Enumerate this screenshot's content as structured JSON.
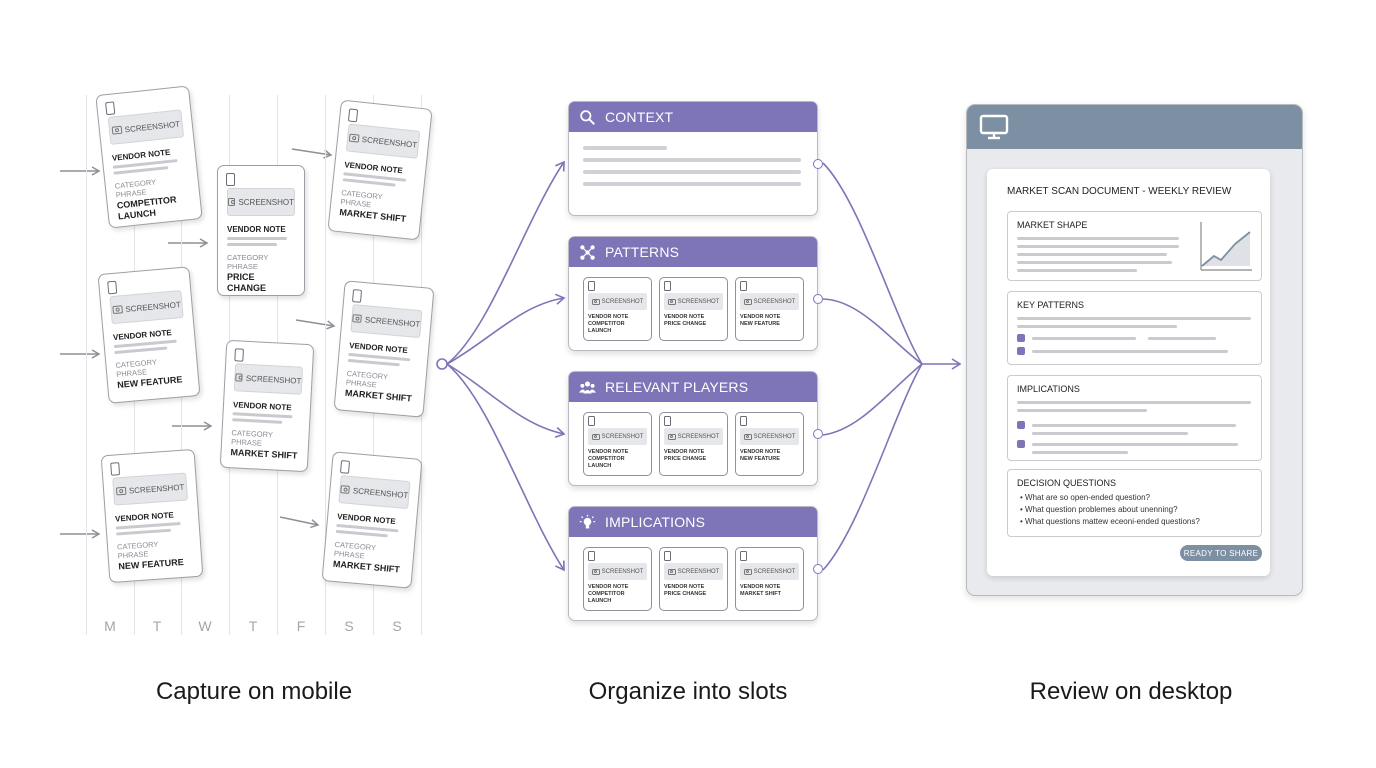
{
  "colors": {
    "accent": "#7e74b8",
    "desktop_bar": "#7d8fa3",
    "arrow_gray": "#8d9096"
  },
  "mobile": {
    "days": [
      "M",
      "T",
      "W",
      "T",
      "F",
      "S",
      "S"
    ],
    "cards": [
      {
        "shot": "SCREENSHOT",
        "vendor": "VENDOR NOTE",
        "category": "CATEGORY PHRASE",
        "keyword": "COMPETITOR LAUNCH"
      },
      {
        "shot": "SCREENSHOT",
        "vendor": "VENDOR NOTE",
        "category": "CATEGORY PHRASE",
        "keyword": "PRICE CHANGE"
      },
      {
        "shot": "SCREENSHOT",
        "vendor": "VENDOR NOTE",
        "category": "CATEGORY PHRASE",
        "keyword": "MARKET SHIFT"
      },
      {
        "shot": "SCREENSHOT",
        "vendor": "VENDOR NOTE",
        "category": "CATEGORY PHRASE",
        "keyword": "NEW FEATURE"
      },
      {
        "shot": "SCREENSHOT",
        "vendor": "VENDOR NOTE",
        "category": "CATEGORY PHRASE",
        "keyword": "MARKET SHIFT"
      },
      {
        "shot": "SCREENSHOT",
        "vendor": "VENDOR NOTE",
        "category": "CATEGORY PHRASE",
        "keyword": "MARKET SHIFT"
      },
      {
        "shot": "SCREENSHOT",
        "vendor": "VENDOR NOTE",
        "category": "CATEGORY PHRASE",
        "keyword": "NEW FEATURE"
      },
      {
        "shot": "SCREENSHOT",
        "vendor": "VENDOR NOTE",
        "category": "CATEGORY PHRASE",
        "keyword": "MARKET SHIFT"
      }
    ]
  },
  "slots": {
    "context": {
      "title": "CONTEXT",
      "icon": "search-icon"
    },
    "patterns": {
      "title": "PATTERNS",
      "icon": "network-icon",
      "minis": [
        {
          "shot": "SCREENSHOT",
          "l1": "VENDOR NOTE",
          "l2": "COMPETITOR LAUNCH"
        },
        {
          "shot": "SCREENSHOT",
          "l1": "VENDOR NOTE",
          "l2": "PRICE CHANGE"
        },
        {
          "shot": "SCREENSHOT",
          "l1": "VENDOR NOTE",
          "l2": "NEW FEATURE"
        }
      ]
    },
    "players": {
      "title": "RELEVANT PLAYERS",
      "icon": "people-icon",
      "minis": [
        {
          "shot": "SCREENSHOT",
          "l1": "VENDOR NOTE",
          "l2": "COMPETITOR LAUNCH"
        },
        {
          "shot": "SCREENSHOT",
          "l1": "VENDOR NOTE",
          "l2": "PRICE CHANGE"
        },
        {
          "shot": "SCREENSHOT",
          "l1": "VENDOR NOTE",
          "l2": "NEW FEATURE"
        }
      ]
    },
    "implications": {
      "title": "IMPLICATIONS",
      "icon": "lightbulb-icon",
      "minis": [
        {
          "shot": "SCREENSHOT",
          "l1": "VENDOR NOTE",
          "l2": "COMPETITOR LAUNCH"
        },
        {
          "shot": "SCREENSHOT",
          "l1": "VENDOR NOTE",
          "l2": "PRICE CHANGE"
        },
        {
          "shot": "SCREENSHOT",
          "l1": "VENDOR NOTE",
          "l2": "MARKET SHIFT"
        }
      ]
    }
  },
  "desktop": {
    "icon": "monitor-icon",
    "doc_title": "MARKET SCAN DOCUMENT - WEEKLY REVIEW",
    "sections": {
      "market_shape": "MARKET SHAPE",
      "key_patterns": "KEY PATTERNS",
      "implications": "IMPLICATIONS",
      "decision_questions": "DECISION QUESTIONS"
    },
    "questions": [
      "What are so open-ended question?",
      "What question problemes about unenning?",
      "What questions mattew eceoni-ended questions?"
    ],
    "share_button": "READY TO SHARE"
  },
  "captions": {
    "capture": "Capture on mobile",
    "organize": "Organize into slots",
    "review": "Review on desktop"
  }
}
